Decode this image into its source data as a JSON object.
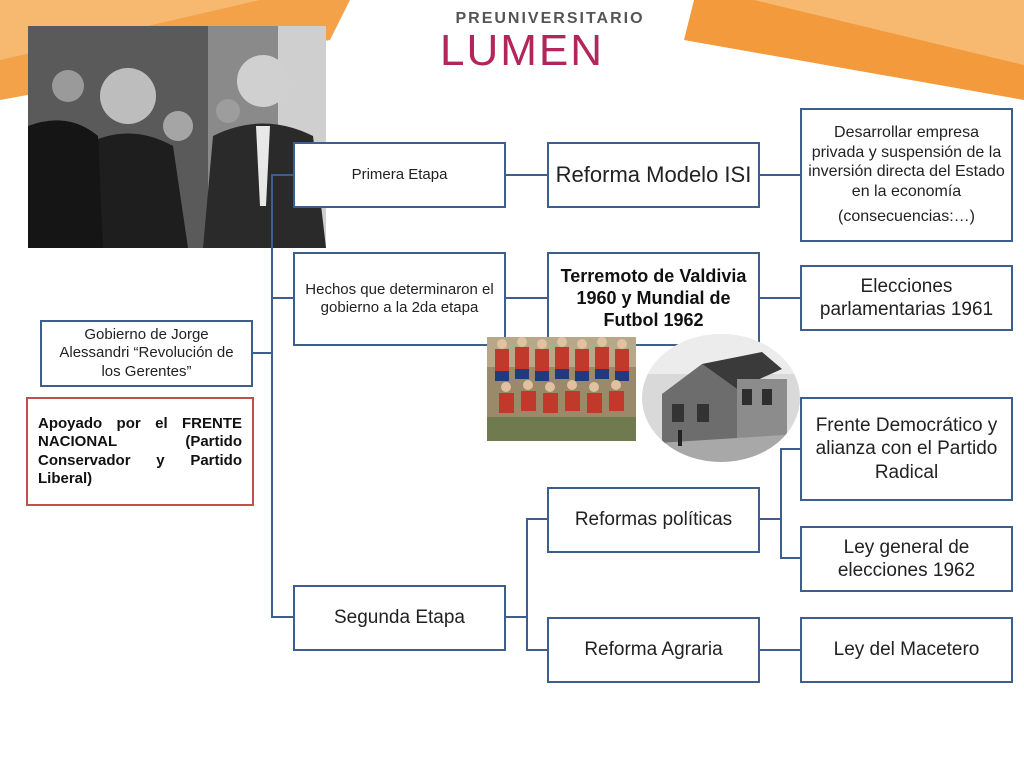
{
  "header": {
    "logo_line1": "PREUNIVERSITARIO",
    "logo_line2": "LUMEN"
  },
  "diagram": {
    "root": "Gobierno de Jorge Alessandri “Revolución de los Gerentes”",
    "support_note": "Apoyado por el FRENTE NACIONAL (Partido Conservador y Partido Liberal)",
    "stages": {
      "first": "Primera Etapa",
      "events": "Hechos que determinaron el gobierno a la 2da etapa",
      "second": "Segunda Etapa"
    },
    "first_reform": "Reforma Modelo ISI",
    "first_reform_detail_line1": "Desarrollar empresa privada y suspensión de la inversión directa del Estado en la economía",
    "first_reform_detail_line2": "(consecuencias:…)",
    "events_detail": "Terremoto de Valdivia 1960 y Mundial de Futbol 1962",
    "events_result": "Elecciones parlamentarias 1961",
    "political_reforms": "Reformas políticas",
    "political_item1": "Frente Democrático y alianza con el Partido Radical",
    "political_item2": "Ley general de elecciones 1962",
    "agrarian_reform": "Reforma Agraria",
    "agrarian_item": "Ley del Macetero"
  },
  "colors": {
    "box_border": "#3d5f8d",
    "note_border": "#c0504d",
    "logo_accent": "#b3265c",
    "banner_orange": "#f39a3c"
  },
  "images": {
    "top_photo": "historical-photo-alessandri-kennedy",
    "team_photo": "football-team-photo",
    "earthquake_photo": "earthquake-damage-photo"
  }
}
